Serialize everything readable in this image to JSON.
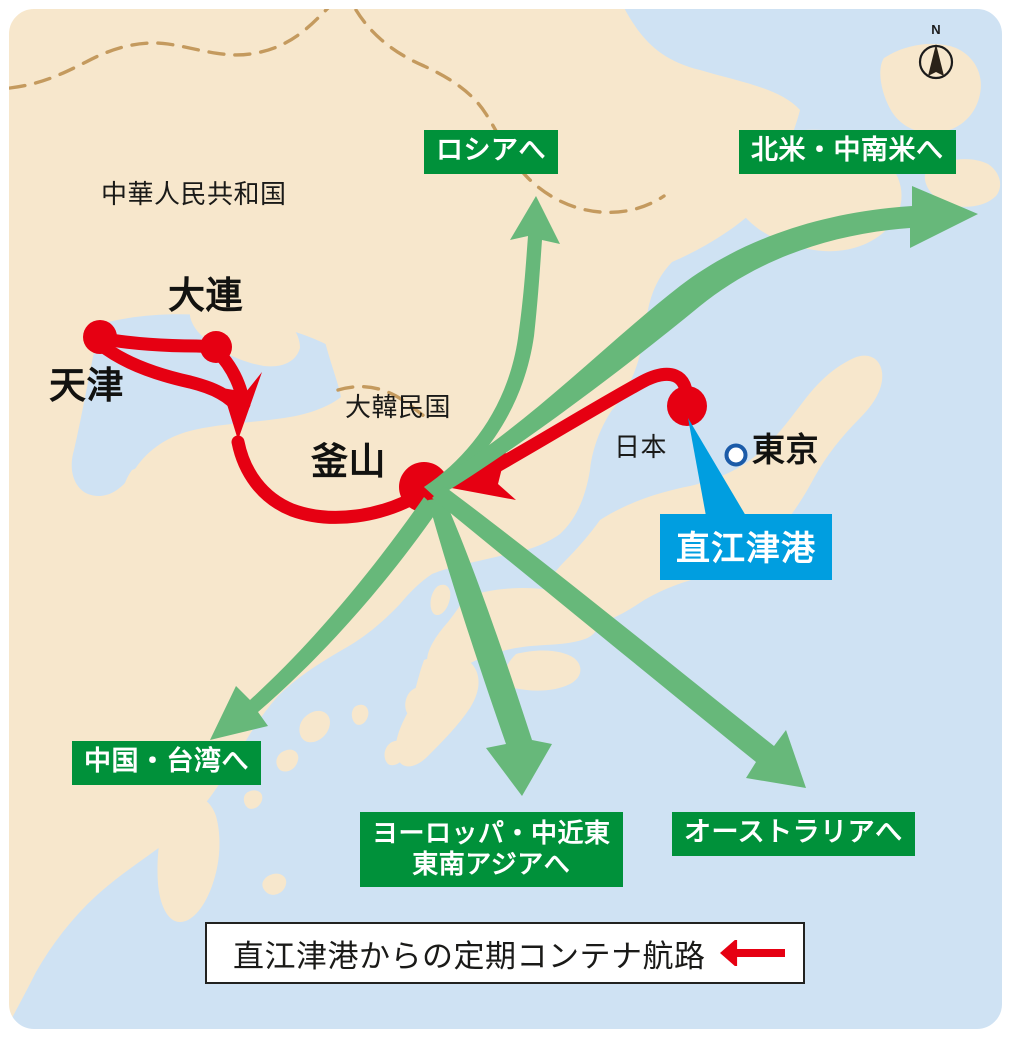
{
  "map": {
    "title_hidden": "",
    "colors": {
      "sea": "#cfe2f3",
      "land": "#f7e7cc",
      "border_dash": "#c49a5e",
      "route_red": "#e60012",
      "arrow_green": "#67b87a",
      "chip_green": "#00913a",
      "chip_blue": "#009ee0",
      "text_dark": "#1a1a18",
      "frame_white": "#ffffff"
    },
    "compass": {
      "label": "N",
      "icon": "compass-north-icon"
    }
  },
  "countries": [
    {
      "id": "china",
      "name": "中華人民共和国"
    },
    {
      "id": "korea",
      "name": "大韓民国"
    },
    {
      "id": "japan",
      "name": "日本"
    }
  ],
  "cities": [
    {
      "id": "tianjin",
      "name": "天津",
      "marker": "red-dot"
    },
    {
      "id": "dalian",
      "name": "大連",
      "marker": "red-dot"
    },
    {
      "id": "busan",
      "name": "釜山",
      "marker": "red-dot-large"
    },
    {
      "id": "tokyo",
      "name": "東京",
      "marker": "open-circle"
    }
  ],
  "port": {
    "id": "naoetsu",
    "label": "直江津港",
    "marker": "red-dot-large"
  },
  "destinations": [
    {
      "id": "russia",
      "lines": [
        "ロシアへ"
      ]
    },
    {
      "id": "north-america",
      "lines": [
        "北米・中南米へ"
      ]
    },
    {
      "id": "china-taiwan",
      "lines": [
        "中国・台湾へ"
      ]
    },
    {
      "id": "europe-asia",
      "lines": [
        "ヨーロッパ・中近東",
        "東南アジアへ"
      ]
    },
    {
      "id": "australia",
      "lines": [
        "オーストラリアへ"
      ]
    }
  ],
  "legend": {
    "text": "直江津港からの定期コンテナ航路",
    "arrow": "red-left-arrow"
  }
}
